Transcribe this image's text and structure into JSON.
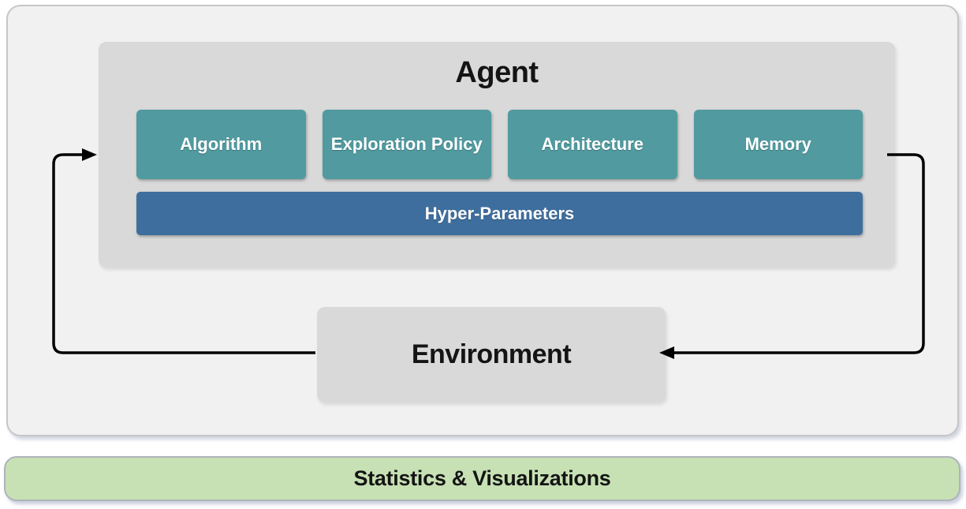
{
  "colors": {
    "canvas_bg": "#ffffff",
    "outer_bg": "#f1f1f1",
    "outer_border": "#c5c6c8",
    "panel_gray": "#d9d9d9",
    "module_teal": "#509aa0",
    "hyper_blue": "#3e6e9e",
    "footer_green": "#c7e1b4",
    "footer_border": "#aeb3ba",
    "arrow_black": "#000000",
    "title_text": "#141414",
    "module_text": "#ffffff"
  },
  "agent": {
    "title": "Agent",
    "modules": [
      {
        "label": "Algorithm"
      },
      {
        "label": "Exploration Policy"
      },
      {
        "label": "Architecture"
      },
      {
        "label": "Memory"
      }
    ],
    "hyper_parameters_label": "Hyper-Parameters"
  },
  "environment": {
    "title": "Environment"
  },
  "arrows": {
    "left_loop": {
      "from": "Environment",
      "to": "Agent"
    },
    "right_loop": {
      "from": "Agent",
      "to": "Environment"
    }
  },
  "footer": {
    "label": "Statistics & Visualizations"
  }
}
